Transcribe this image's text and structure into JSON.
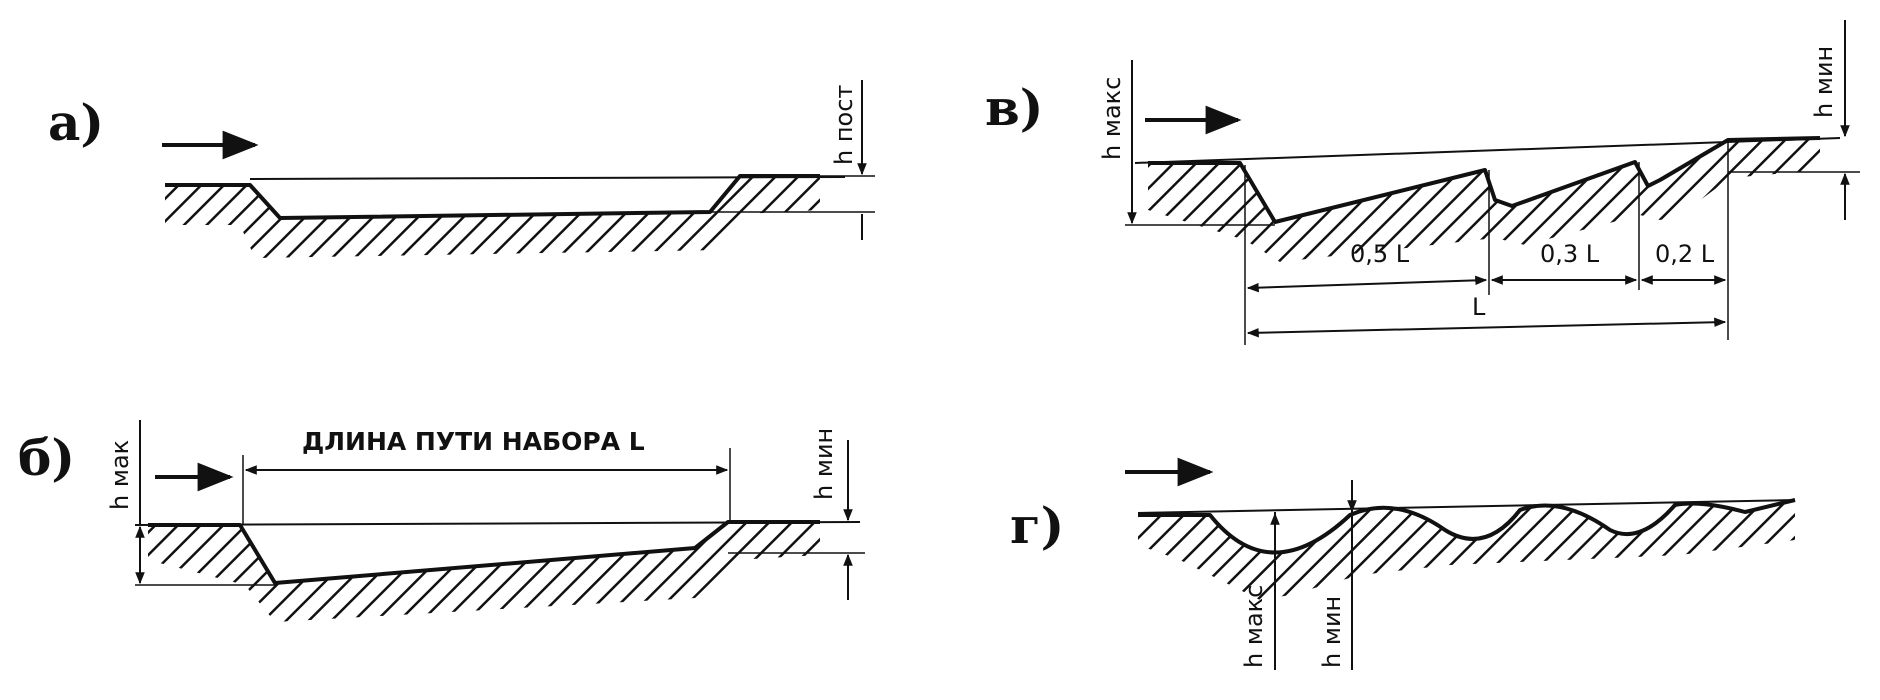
{
  "panels": {
    "a": {
      "label": "а)",
      "depth_label": "h пост"
    },
    "b": {
      "label": "б)",
      "max_label": "h мак",
      "min_label": "h мин",
      "length_label": "ДЛИНА ПУТИ НАБОРА L"
    },
    "v": {
      "label": "в)",
      "max_label": "h макс",
      "min_label": "h мин",
      "dim_05": "0,5 L",
      "dim_03": "0,3 L",
      "dim_02": "0,2 L",
      "dim_total": "L"
    },
    "g": {
      "label": "г)",
      "max_label": "h макс",
      "min_label": "h мин"
    }
  },
  "colors": {
    "ink": "#111111",
    "background": "#ffffff"
  }
}
